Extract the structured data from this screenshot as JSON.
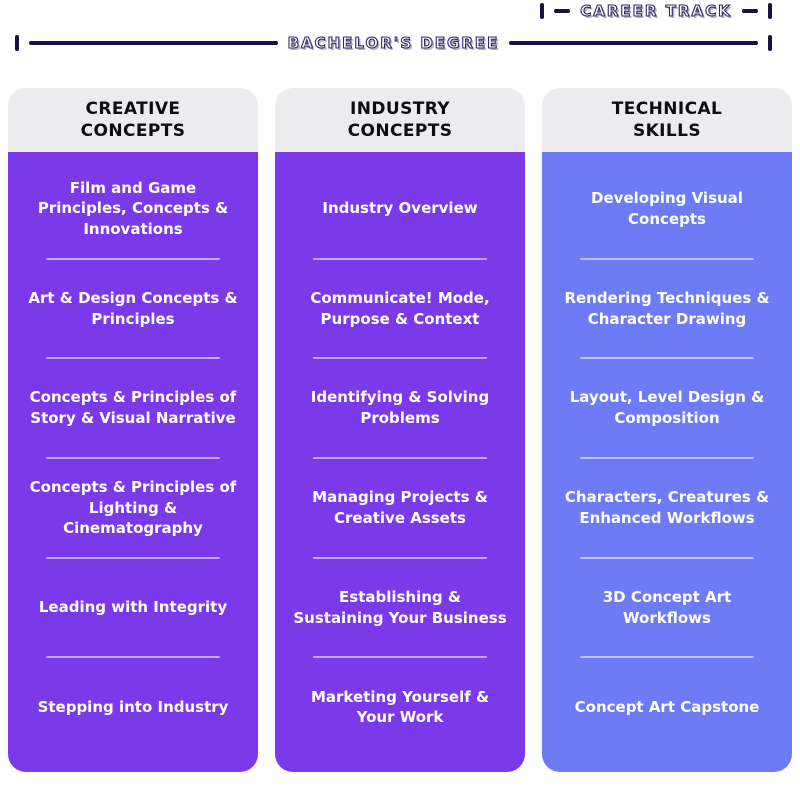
{
  "brackets": {
    "bachelors": {
      "label": "BACHELOR'S DEGREE"
    },
    "career": {
      "label": "CAREER TRACK"
    }
  },
  "colors": {
    "column_purple": "#7B3AEA",
    "column_blue": "#6D7BF6",
    "header_gray": "#ECEBEE",
    "bracket_dark": "#18123F",
    "item_text": "#FFFFFF"
  },
  "columns": [
    {
      "title": "CREATIVE CONCEPTS",
      "items": [
        "Film and Game Principles, Concepts & Innovations",
        "Art & Design Concepts & Principles",
        "Concepts & Principles of Story & Visual Narrative",
        "Concepts & Principles of Lighting & Cinematography",
        "Leading with Integrity",
        "Stepping into Industry"
      ]
    },
    {
      "title": "INDUSTRY CONCEPTS",
      "items": [
        "Industry Overview",
        "Communicate! Mode, Purpose & Context",
        "Identifying & Solving Problems",
        "Managing Projects & Creative Assets",
        "Establishing & Sustaining Your Business",
        "Marketing Yourself & Your Work"
      ]
    },
    {
      "title": "TECHNICAL SKILLS",
      "items": [
        "Developing Visual Concepts",
        "Rendering Techniques & Character Drawing",
        "Layout, Level Design & Composition",
        "Characters, Creatures & Enhanced Workflows",
        "3D Concept Art Workflows",
        "Concept Art Capstone"
      ]
    }
  ]
}
